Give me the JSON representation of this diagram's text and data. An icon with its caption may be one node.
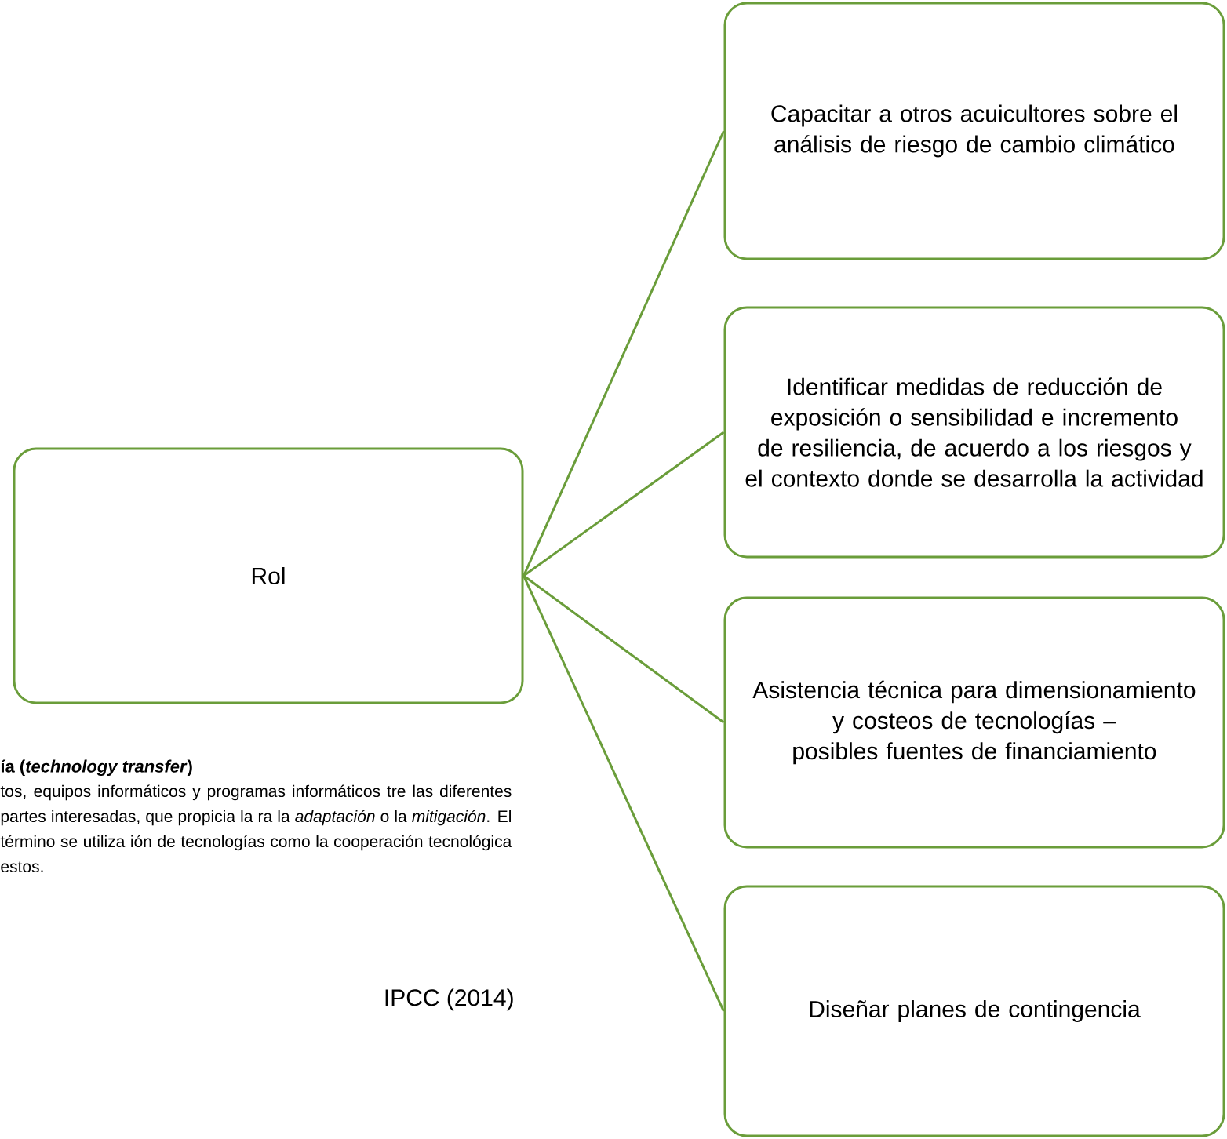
{
  "diagram": {
    "nodes": [
      {
        "text": [
          "Rol"
        ]
      },
      {
        "text": [
          "Capacitar a otros acuicultores sobre el análisis de riesgo de cambio climático"
        ]
      },
      {
        "text": [
          "Identificar medidas de reducción de exposición o sensibilidad e incremento de resiliencia, de acuerdo a los riesgos y el contexto donde se desarrolla la actividad"
        ]
      },
      {
        "text": [
          "Asistencia técnica para dimensionamiento y costeos de tecnologías – posibles fuentes de financiamiento"
        ]
      },
      {
        "text": [
          "Diseñar planes de contingencia"
        ]
      }
    ],
    "edges": [
      {
        "from": 0,
        "to": 1,
        "arrow": "none"
      },
      {
        "from": 0,
        "to": 2,
        "arrow": "none"
      },
      {
        "from": 0,
        "to": 3,
        "arrow": "none"
      },
      {
        "from": 0,
        "to": 4,
        "arrow": "none"
      }
    ],
    "labels": [
      "ía (*technology transfer*)",
      "tos, equipos informáticos y programas informáticos tre las diferentes partes interesadas, que propicia la ra la *adaptación* o la *mitigación*. El término se utiliza ión de tecnologías como la cooperación tecnológica estos.",
      "IPCC (2014)"
    ]
  }
}
